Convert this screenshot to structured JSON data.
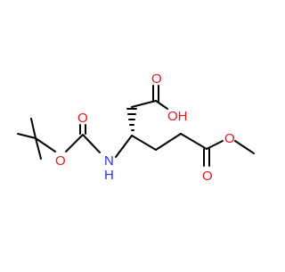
{
  "structure": {
    "atom_labels": {
      "carbonyl_o_boc": "O",
      "ester_o_boc": "O",
      "amine_n": "N",
      "amine_h": "H",
      "acid_carbonyl_o": "O",
      "acid_hydroxyl": "OH",
      "methyl_ester_carbonyl_o": "O",
      "methyl_ester_o": "O"
    },
    "colors": {
      "bond": "#000000",
      "oxygen": "#e0191b",
      "nitrogen": "#2a2ee8",
      "background": "#ffffff"
    }
  }
}
